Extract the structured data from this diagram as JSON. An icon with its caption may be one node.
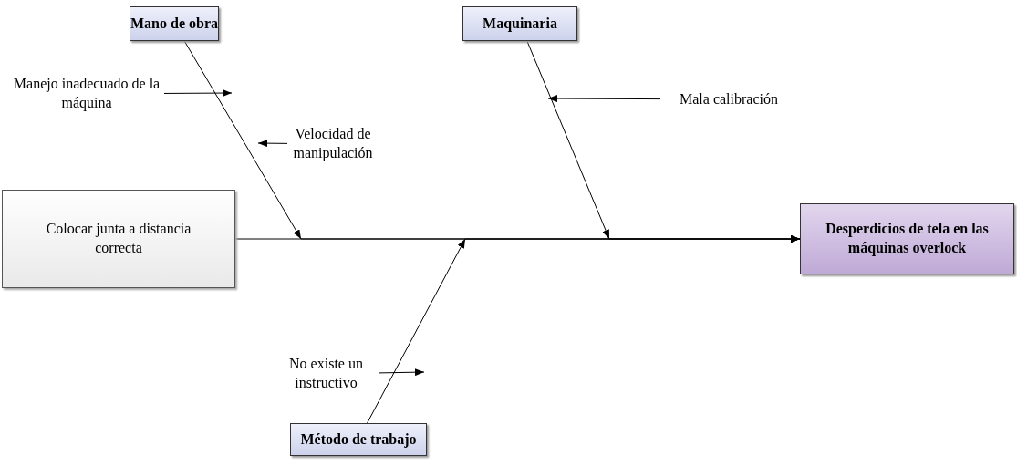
{
  "diagram": {
    "nodes": [
      {
        "text": [
          "Mano de obra"
        ]
      },
      {
        "text": [
          "Maquinaria"
        ]
      },
      {
        "text": [
          "Colocar junta a distancia correcta"
        ]
      },
      {
        "text": [
          "Desperdicios de tela en las máquinas overlock"
        ]
      },
      {
        "text": [
          "Método de trabajo"
        ]
      },
      {
        "text": [
          "Manejo inadecuado de la máquina"
        ]
      },
      {
        "text": [
          "Velocidad de manipulación"
        ]
      },
      {
        "text": [
          "Mala calibración"
        ]
      },
      {
        "text": [
          "No existe un instructivo"
        ]
      }
    ],
    "edges": [
      {
        "from": 2,
        "to": 3,
        "arrow": "to"
      },
      {
        "from": 0,
        "to": 3,
        "arrow": "to"
      },
      {
        "from": 1,
        "to": 3,
        "arrow": "to"
      },
      {
        "from": 4,
        "to": 3,
        "arrow": "to"
      },
      {
        "from": 5,
        "to": null,
        "arrow": "to"
      },
      {
        "from": 6,
        "to": null,
        "arrow": "to"
      },
      {
        "from": 7,
        "to": null,
        "arrow": "to"
      },
      {
        "from": 8,
        "to": null,
        "arrow": "to"
      }
    ]
  }
}
